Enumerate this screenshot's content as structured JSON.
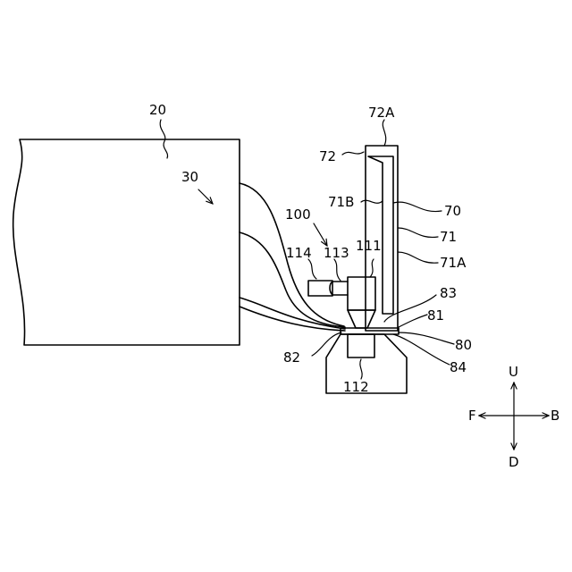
{
  "labels": {
    "ref_20": "20",
    "ref_30": "30",
    "ref_100": "100",
    "ref_114": "114",
    "ref_113": "113",
    "ref_111": "111",
    "ref_112": "112",
    "ref_82": "82",
    "ref_72A": "72A",
    "ref_72": "72",
    "ref_71B": "71B",
    "ref_70": "70",
    "ref_71": "71",
    "ref_71A": "71A",
    "ref_83": "83",
    "ref_81": "81",
    "ref_80": "80",
    "ref_84": "84"
  },
  "direction_indicator": {
    "up": "U",
    "down": "D",
    "front": "F",
    "back": "B"
  }
}
